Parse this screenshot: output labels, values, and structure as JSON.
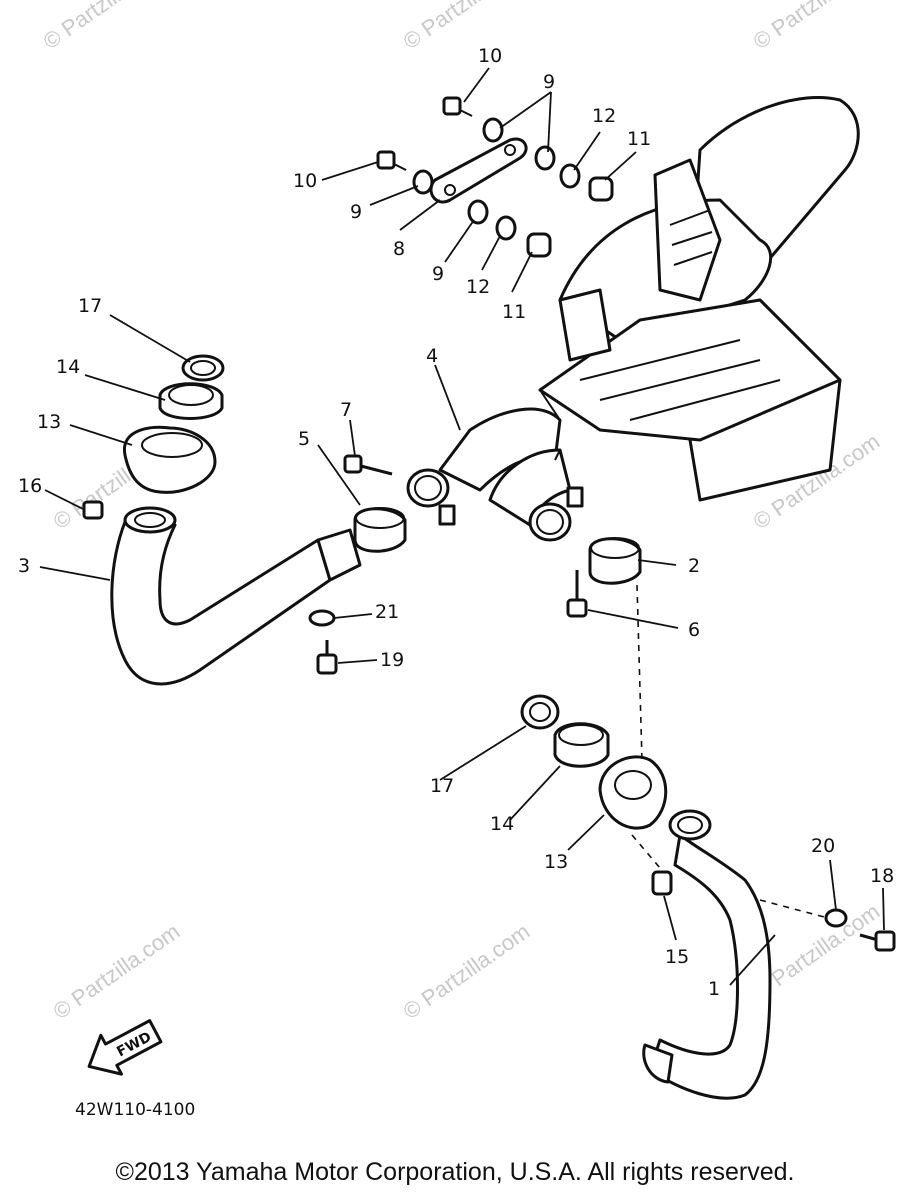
{
  "watermark": "© Partzilla.com",
  "labels": [
    "10",
    "9",
    "10",
    "9",
    "8",
    "9",
    "12",
    "11",
    "12",
    "11",
    "17",
    "14",
    "13",
    "16",
    "3",
    "5",
    "7",
    "4",
    "2",
    "6",
    "21",
    "19",
    "17",
    "14",
    "13",
    "15",
    "1",
    "20",
    "18"
  ],
  "diagram_code": "42W110-4100",
  "arrow_text": "FWD",
  "copyright": "©2013 Yamaha Motor Corporation, U.S.A. All rights reserved."
}
